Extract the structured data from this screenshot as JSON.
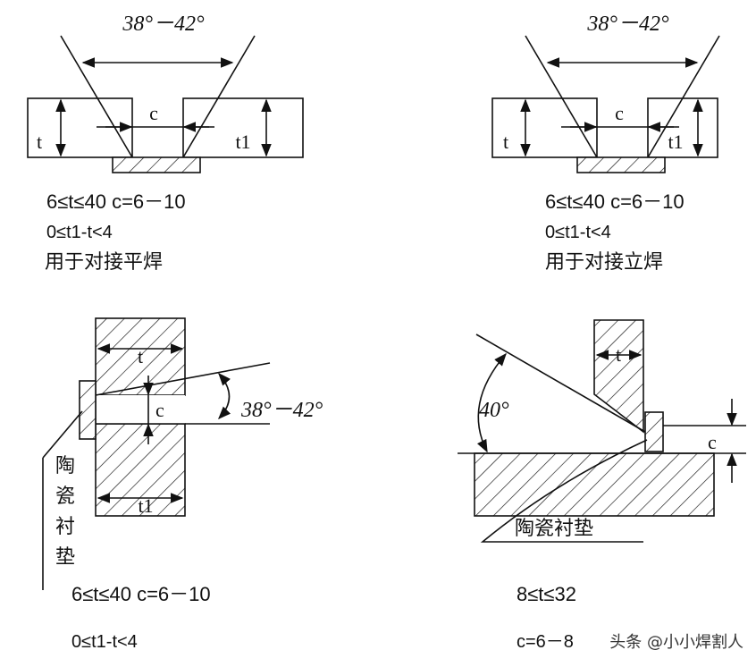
{
  "panels": {
    "flat": {
      "angle": "38°－42°",
      "gap": "c",
      "thick_left": "t",
      "thick_right": "t1",
      "line1": "6≤t≤40 c=6－10",
      "line2": "0≤t1-t<4",
      "usage": "用于对接平焊"
    },
    "vertical": {
      "angle": "38°－42°",
      "gap": "c",
      "thick_left": "t",
      "thick_right": "t1",
      "line1": "6≤t≤40 c=6－10",
      "line2": "0≤t1-t<4",
      "usage": "用于对接立焊"
    },
    "horizontal": {
      "thick_top": "t",
      "thick_bottom": "t1",
      "gap": "c",
      "angle": "38°－42°",
      "backing": [
        "陶",
        "瓷",
        "衬",
        "垫"
      ],
      "line1": "6≤t≤40 c=6－10",
      "line2": "0≤t1-t<4"
    },
    "tjoint": {
      "thick": "t",
      "angle": "40°",
      "gap": "c",
      "backing": "陶瓷衬垫",
      "line1": "8≤t≤32",
      "line2": "c=6－8"
    }
  },
  "watermark": "头条 @小小焊割人"
}
